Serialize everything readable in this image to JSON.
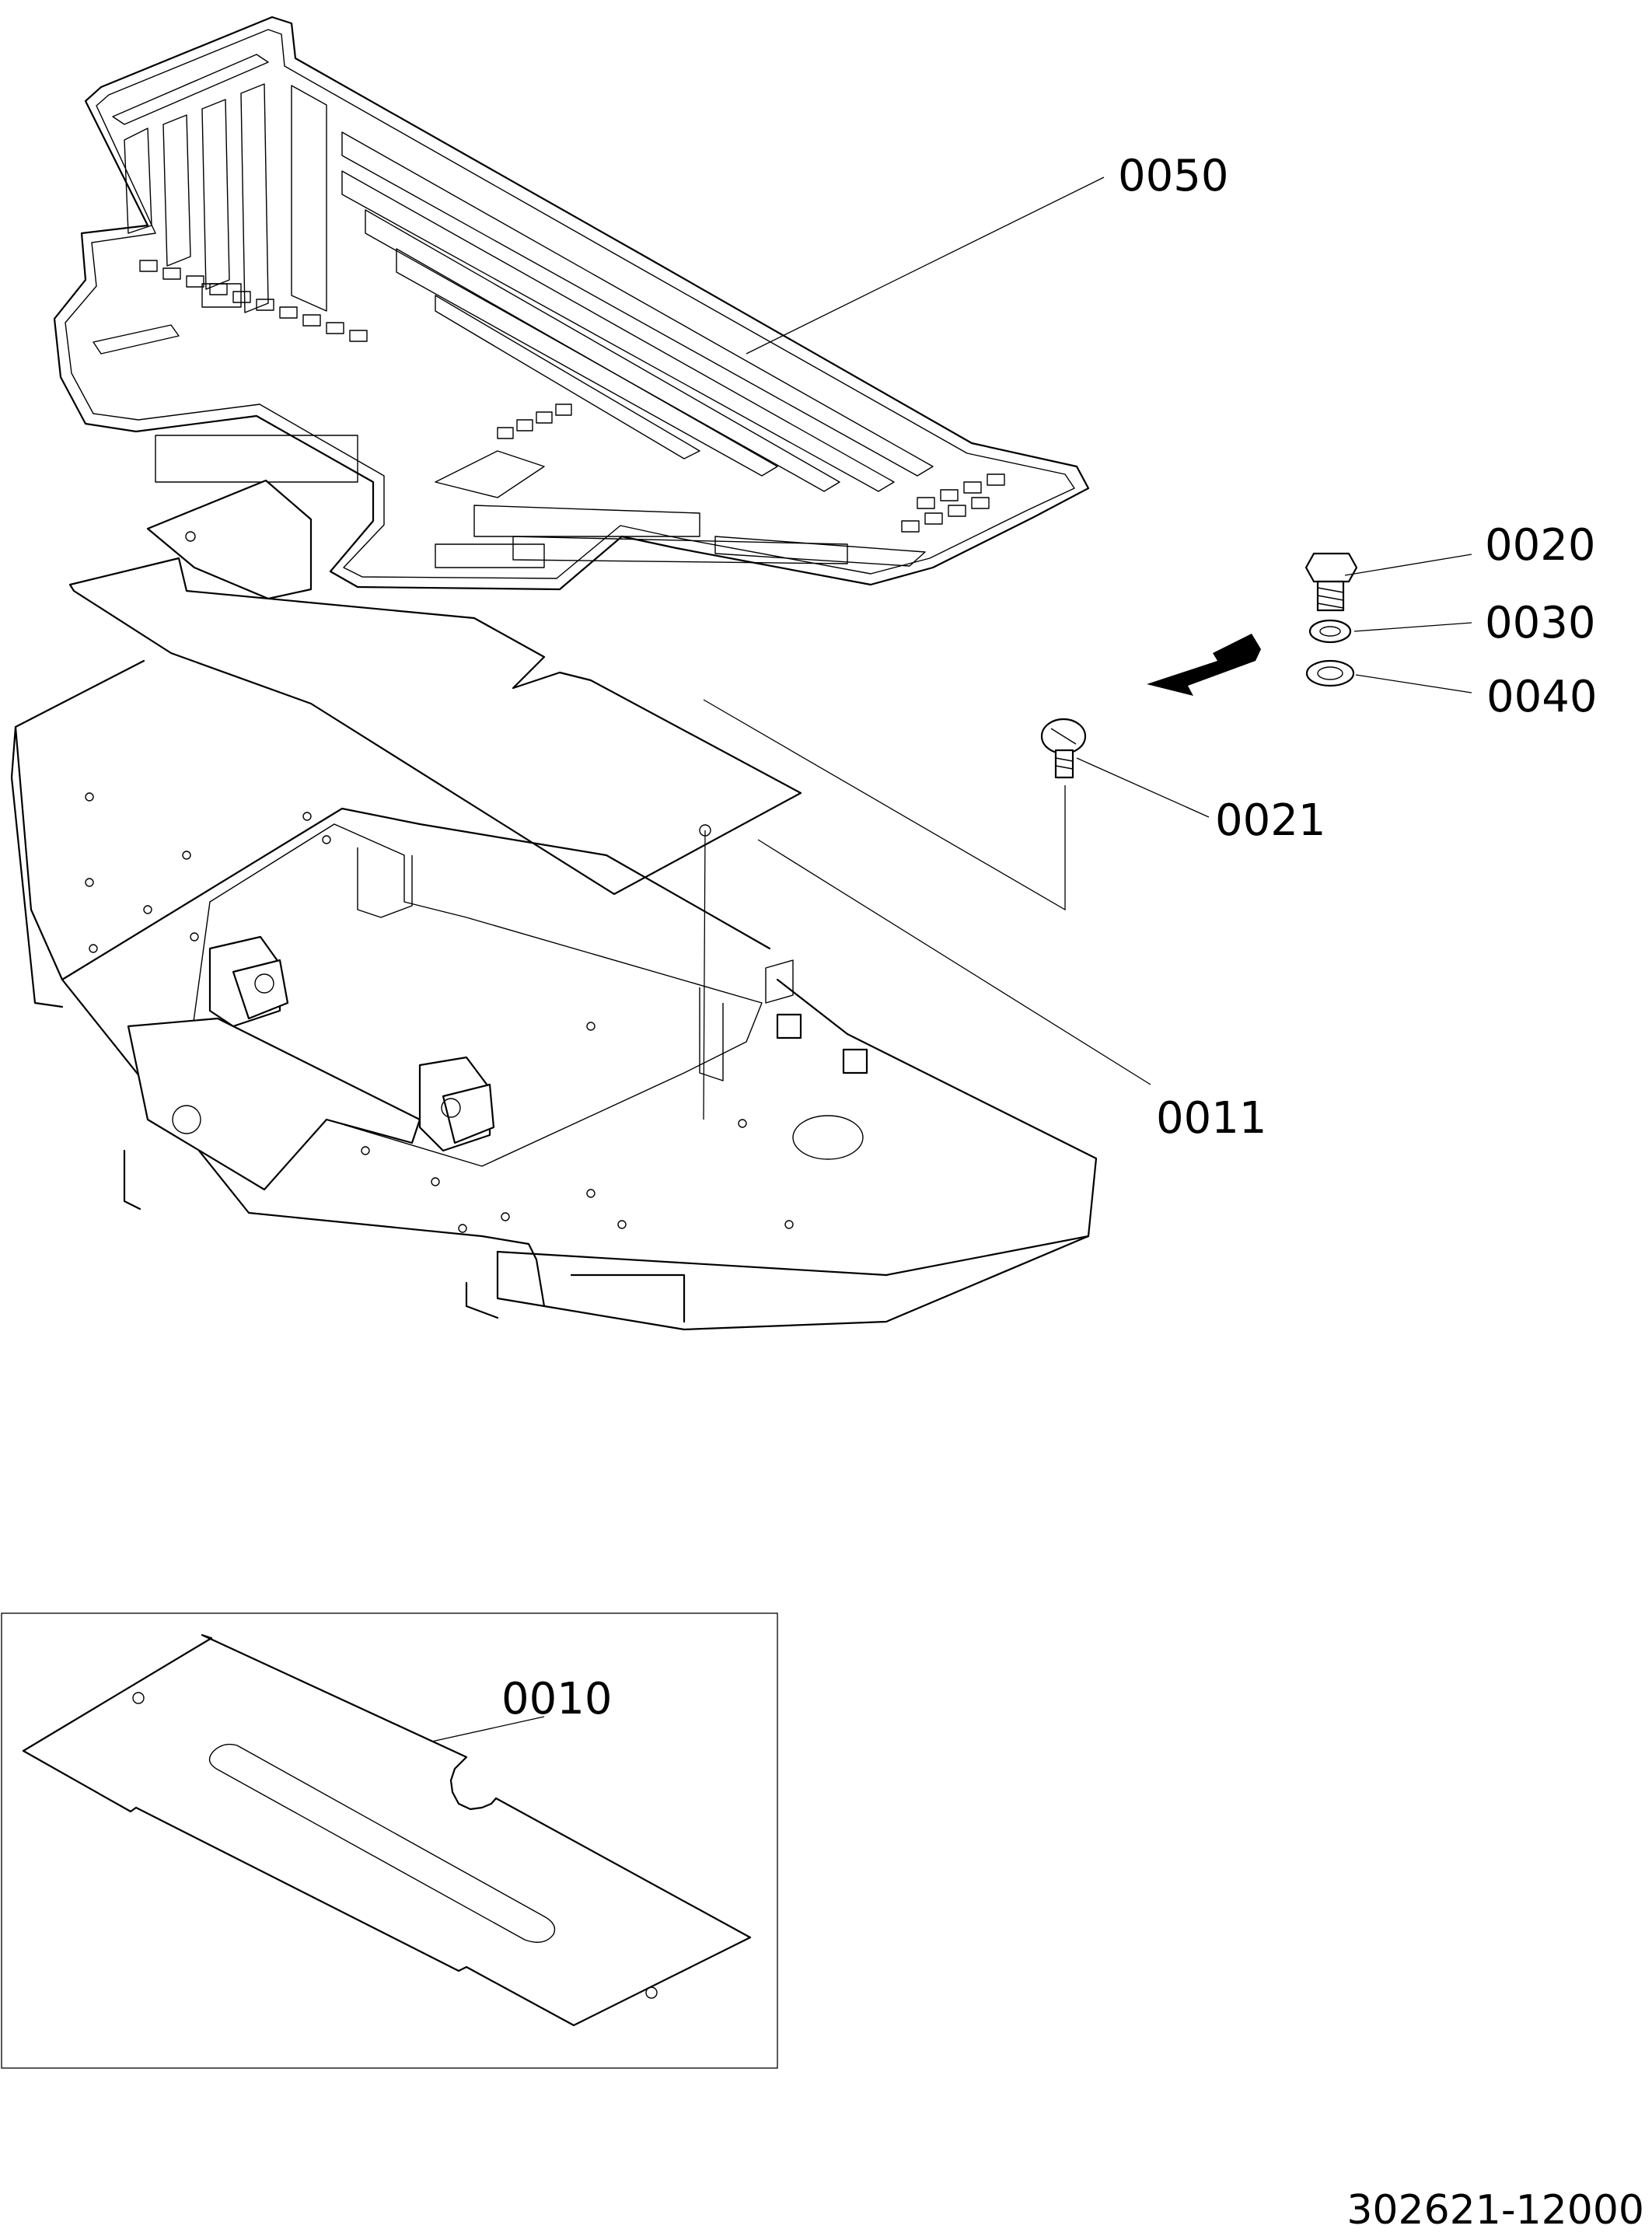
{
  "callouts": {
    "mat": "0050",
    "bolt": "0020",
    "spring_washer": "0030",
    "washer": "0040",
    "screw": "0021",
    "plate_assembly": "0011",
    "plate": "0010"
  },
  "document_number": "302621-12000"
}
